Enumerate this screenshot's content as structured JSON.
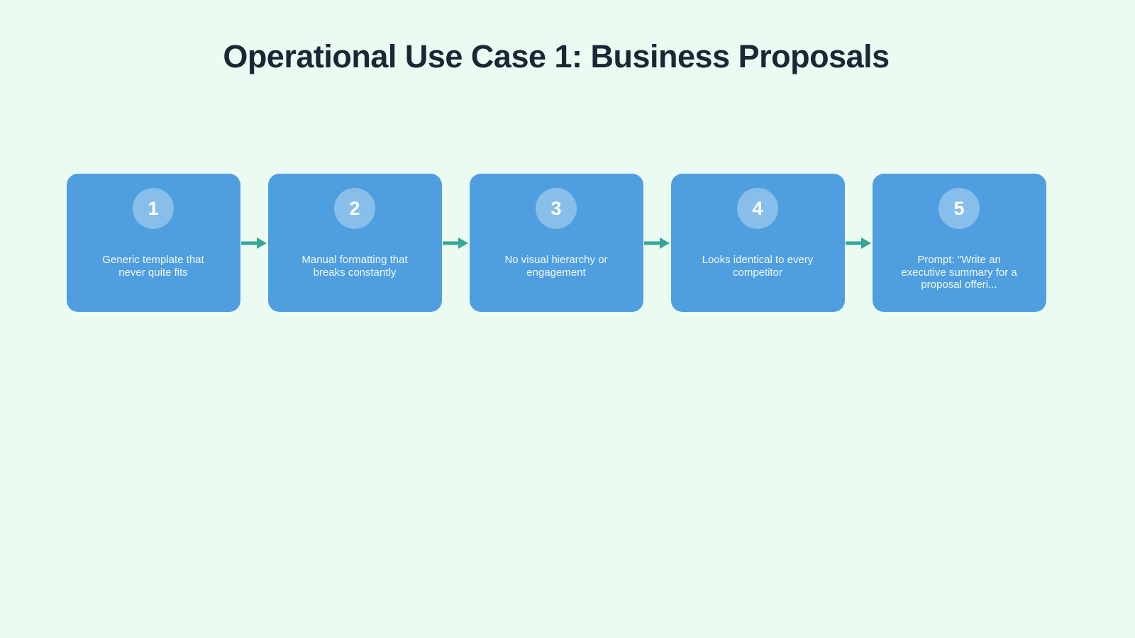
{
  "title": "Operational Use Case 1: Business Proposals",
  "flow": {
    "steps": [
      {
        "number": "1",
        "label": "Generic template that never quite fits"
      },
      {
        "number": "2",
        "label": "Manual formatting that breaks constantly"
      },
      {
        "number": "3",
        "label": "No visual hierarchy or engagement"
      },
      {
        "number": "4",
        "label": "Looks identical to every competitor"
      },
      {
        "number": "5",
        "label": "Prompt: \"Write an executive summary for a proposal offeri..."
      }
    ]
  },
  "colors": {
    "page_background": "#ebfbf2",
    "card_background": "#4f9fe0",
    "badge_background": "#85b9ea",
    "arrow": "#35a794",
    "title_text": "#1b2734",
    "card_text": "#f2f8fd"
  }
}
